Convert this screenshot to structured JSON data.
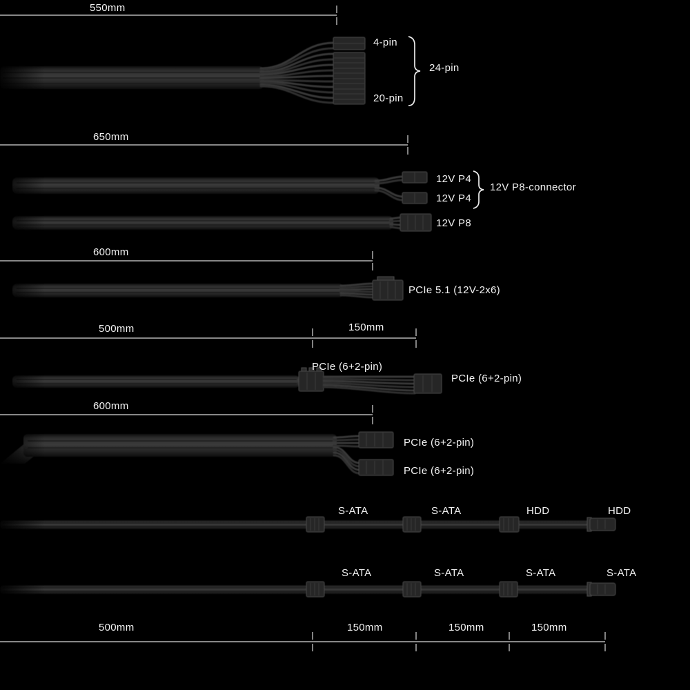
{
  "colors": {
    "background": "#000000",
    "text": "#f2f2f2",
    "measure_line": "#d9d9d9",
    "cable_body": "#303030",
    "connector_outline": "#4a4a4a"
  },
  "measurements": {
    "atx_length": "550mm",
    "cpu_length": "650mm",
    "pcie51_length": "600mm",
    "pcie_chain_main": "500mm",
    "pcie_chain_ext": "150mm",
    "pcie_dual_length": "600mm",
    "bottom_main": "500mm",
    "bottom_seg1": "150mm",
    "bottom_seg2": "150mm",
    "bottom_seg3": "150mm"
  },
  "labels": {
    "atx_4pin": "4-pin",
    "atx_20pin": "20-pin",
    "atx_24pin": "24-pin",
    "cpu_p4_top": "12V P4",
    "cpu_p4_bottom": "12V P4",
    "cpu_p8_group": "12V P8-connector",
    "cpu_p8": "12V P8",
    "pcie51": "PCIe 5.1 (12V-2x6)",
    "pcie_inline": "PCIe (6+2-pin)",
    "pcie_end": "PCIe (6+2-pin)",
    "pcie_dual_top": "PCIe (6+2-pin)",
    "pcie_dual_bottom": "PCIe (6+2-pin)",
    "chain1": [
      "S-ATA",
      "S-ATA",
      "HDD",
      "HDD"
    ],
    "chain2": [
      "S-ATA",
      "S-ATA",
      "S-ATA",
      "S-ATA"
    ]
  }
}
